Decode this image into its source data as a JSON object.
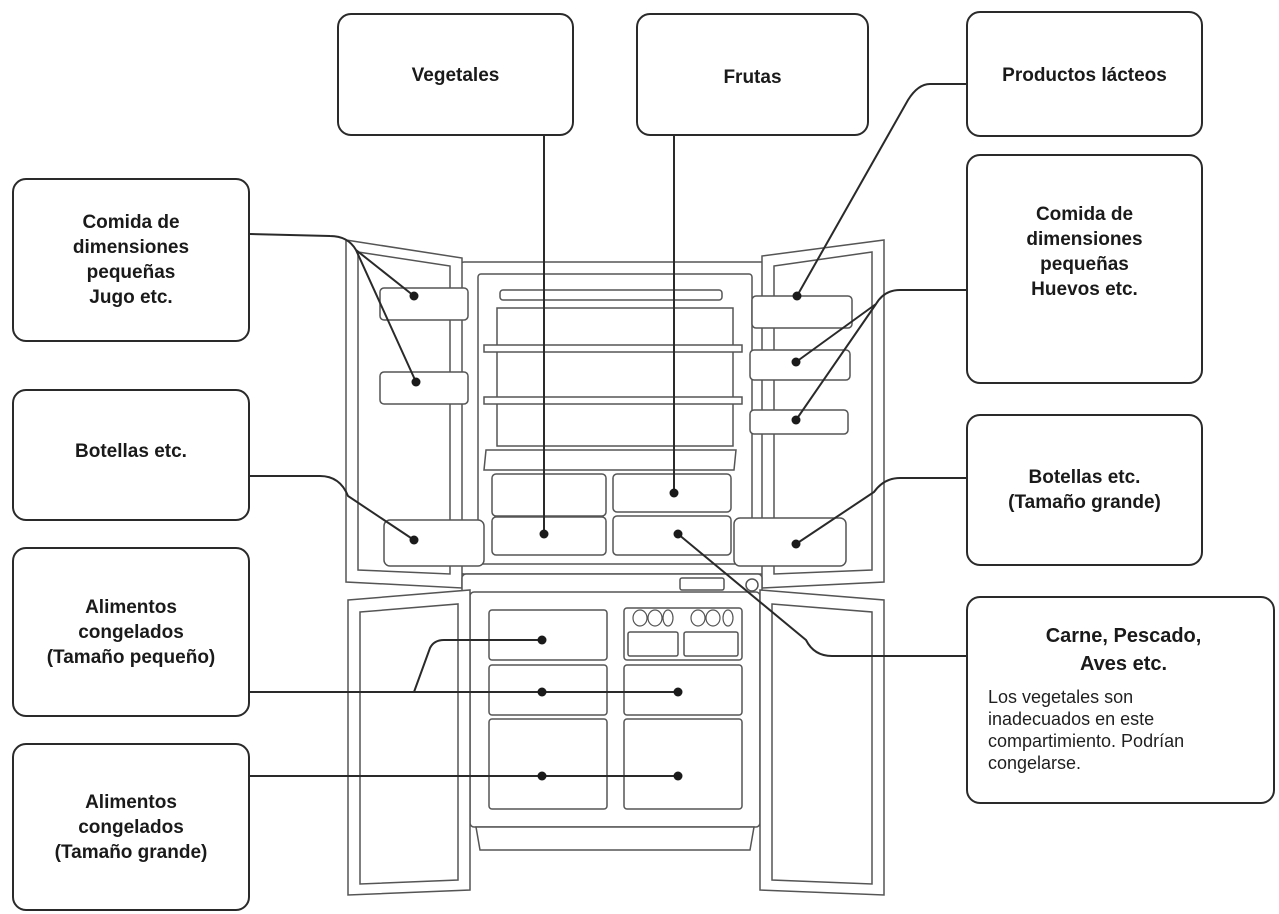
{
  "labels": {
    "vegetales": "Vegetales",
    "frutas": "Frutas",
    "lacteos": "Productos lácteos",
    "comida_izq": "Comida de\ndimensiones\npequeñas\nJugo etc.",
    "comida_der": "Comida de\ndimensiones\npequeñas\nHuevos etc.",
    "botellas": "Botellas etc.",
    "botellas_grandes": "Botellas etc.\n(Tamaño grande)",
    "congelados_peq": "Alimentos\ncongelados\n(Tamaño pequeño)",
    "congelados_gra": "Alimentos\ncongelados\n(Tamaño grande)",
    "carne_title": "Carne, Pescado,\nAves etc.",
    "carne_note": "Los vegetales son\ninadecuados en este\ncompartimiento. Podrían\ncongelarse."
  },
  "colors": {
    "line": "#2a2a2a",
    "outline": "#555555",
    "fill": "#ffffff"
  }
}
